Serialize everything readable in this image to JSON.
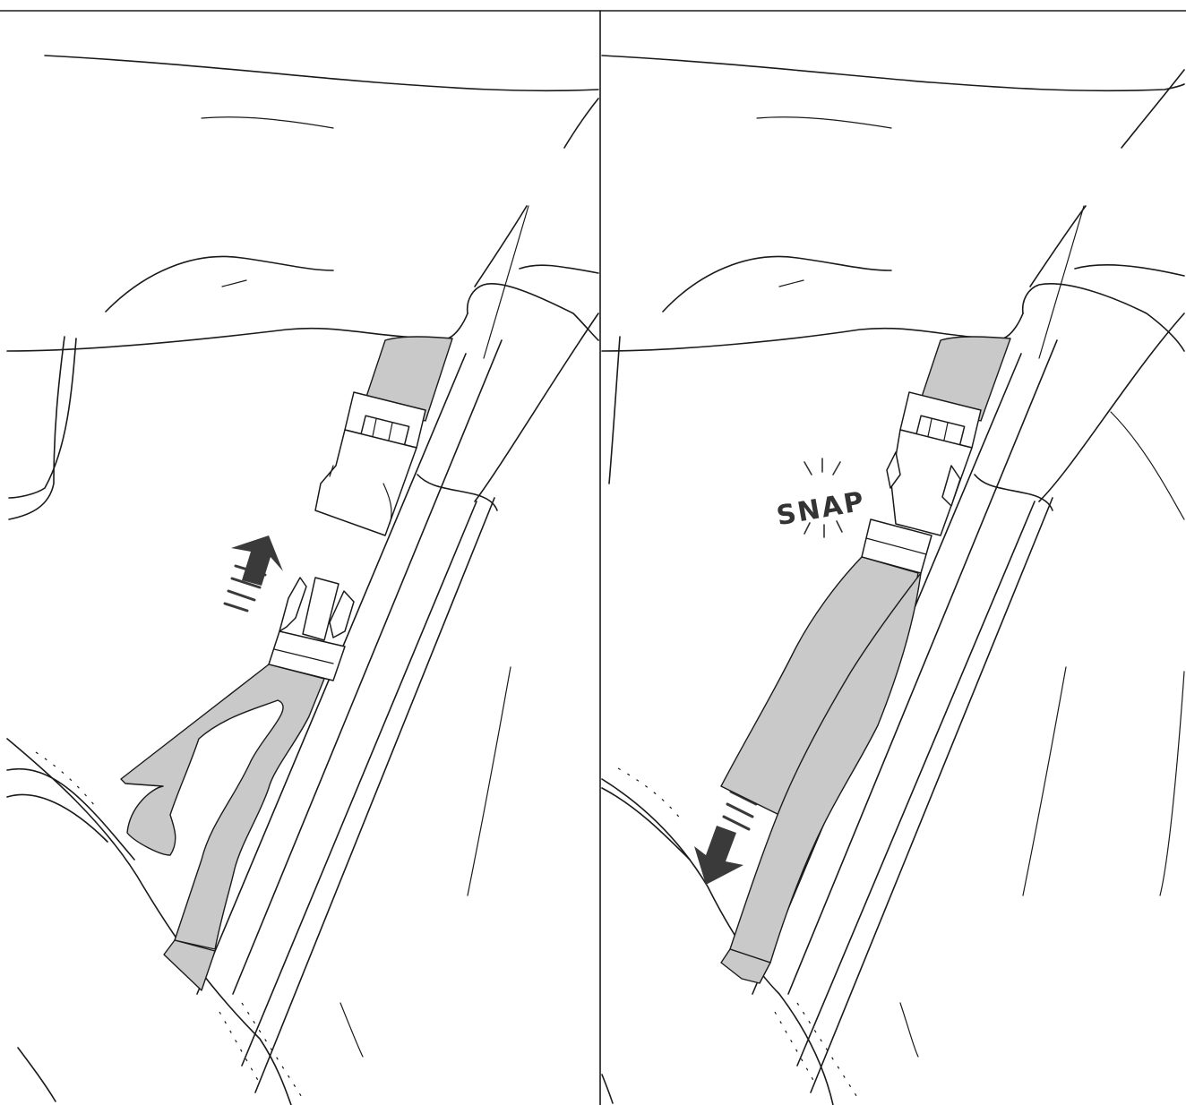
{
  "illustration": {
    "panels": [
      {
        "step": "before-connect",
        "action_icon": "up-arrow-icon"
      },
      {
        "step": "after-connect",
        "action_icon": "down-arrow-icon"
      }
    ],
    "snap_label": "SNAP",
    "colors": {
      "strap": "#c9c9c9",
      "line": "#1a1a1a",
      "arrow": "#3a3a3a",
      "background": "#ffffff"
    }
  }
}
